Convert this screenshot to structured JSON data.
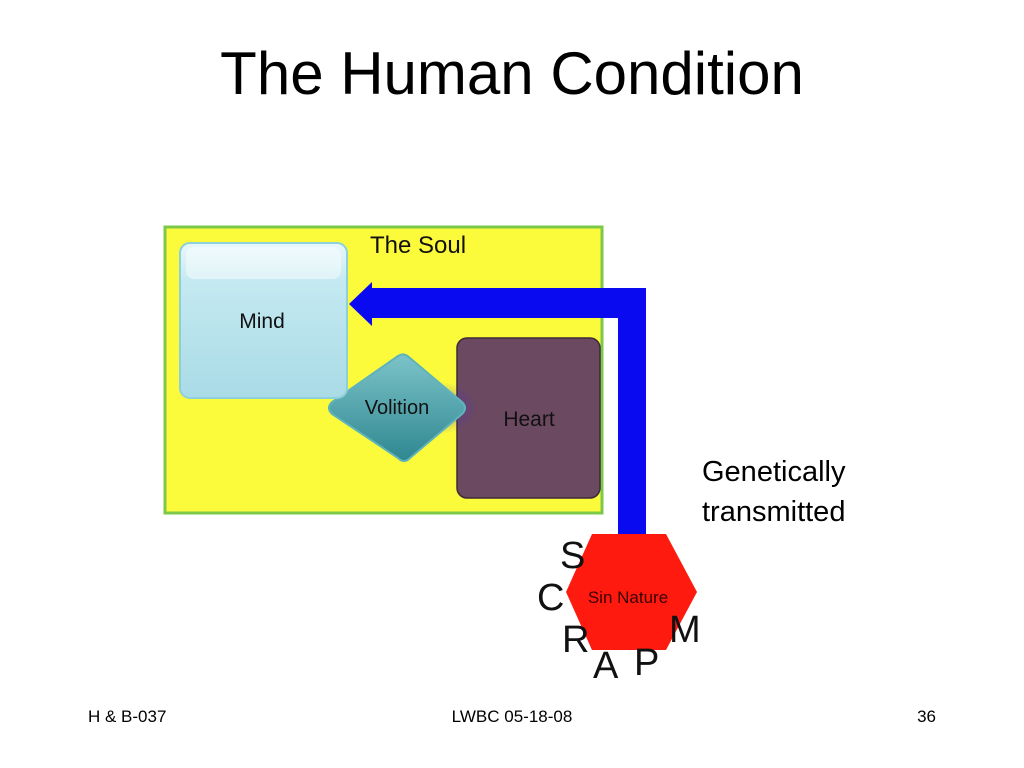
{
  "slide": {
    "title": "The Human Condition"
  },
  "diagram": {
    "soul_label": "The Soul",
    "mind_label": "Mind",
    "volition_label": "Volition",
    "heart_label": "Heart",
    "sin_nature_label": "Sin Nature",
    "letters": [
      "S",
      "C",
      "R",
      "A",
      "P",
      "M"
    ],
    "side_note_lines": [
      "Genetically",
      "transmitted"
    ],
    "colors": {
      "soul_fill": "#fbfb3c",
      "soul_border": "#7cc94a",
      "mind_fill": "#bfe6ee",
      "volition_fill": "#3f9aa3",
      "heart_fill": "#6b4961",
      "arrow": "#0a0af0",
      "sin_nature": "#ff1a10"
    }
  },
  "footer": {
    "left": "H & B-037",
    "center": "LWBC 05-18-08",
    "right": "36"
  }
}
